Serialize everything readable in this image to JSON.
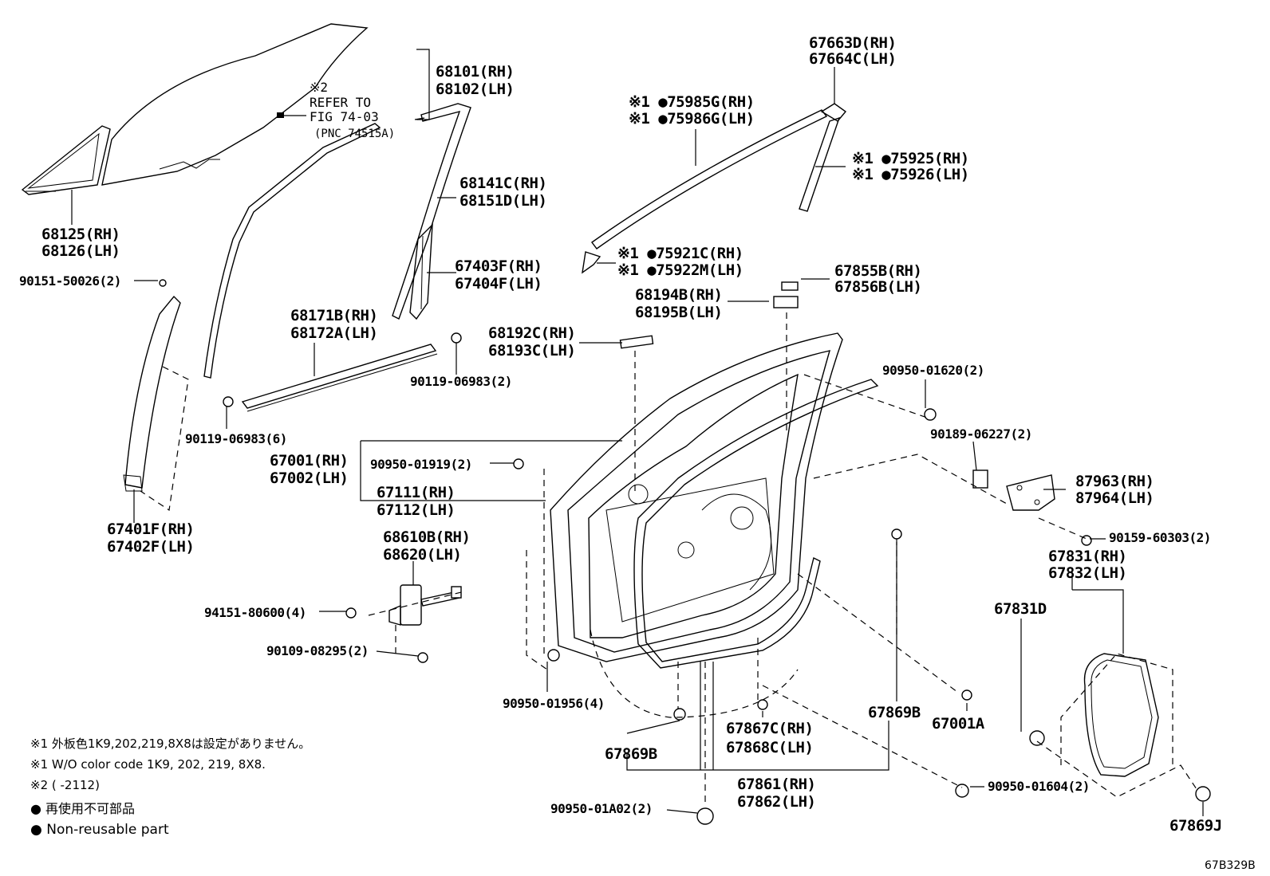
{
  "labels": {
    "p68101": [
      "68101(RH)",
      "68102(LH)"
    ],
    "ref2": [
      "※2",
      "REFER TO",
      "FIG 74-03",
      "(PNC 74515A)"
    ],
    "p68125": [
      "68125(RH)",
      "68126(LH)"
    ],
    "p90151": "90151-50026(2)",
    "p68141": [
      "68141C(RH)",
      "68151D(LH)"
    ],
    "p67403": [
      "67403F(RH)",
      "67404F(LH)"
    ],
    "p68171": [
      "68171B(RH)",
      "68172A(LH)"
    ],
    "p90119a": "90119-06983(2)",
    "p90119b": "90119-06983(6)",
    "p67401": [
      "67401F(RH)",
      "67402F(LH)"
    ],
    "p67001": [
      "67001(RH)",
      "67002(LH)"
    ],
    "p90950_1919": "90950-01919(2)",
    "p67111": [
      "67111(RH)",
      "67112(LH)"
    ],
    "p68610": [
      "68610B(RH)",
      "68620(LH)"
    ],
    "p94151": "94151-80600(4)",
    "p90109": "90109-08295(2)",
    "p90950_1956": "90950-01956(4)",
    "p67663": [
      "67663D(RH)",
      "67664C(LH)"
    ],
    "p75985": [
      "※1 ●75985G(RH)",
      "※1 ●75986G(LH)"
    ],
    "p75925": [
      "※1 ●75925(RH)",
      "※1 ●75926(LH)"
    ],
    "p75921": [
      "※1 ●75921C(RH)",
      "※1 ●75922M(LH)"
    ],
    "p67855": [
      "67855B(RH)",
      "67856B(LH)"
    ],
    "p68194": [
      "68194B(RH)",
      "68195B(LH)"
    ],
    "p68192": [
      "68192C(RH)",
      "68193C(LH)"
    ],
    "p90950_1620": "90950-01620(2)",
    "p90189": "90189-06227(2)",
    "p87963": [
      "87963(RH)",
      "87964(LH)"
    ],
    "p90159": "90159-60303(2)",
    "p67831": [
      "67831(RH)",
      "67832(LH)"
    ],
    "p67831D": "67831D",
    "p67869B_a": "67869B",
    "p67869B_b": "67869B",
    "p67867": [
      "67867C(RH)",
      "67868C(LH)"
    ],
    "p67001A": "67001A",
    "p67861": [
      "67861(RH)",
      "67862(LH)"
    ],
    "p90950_1A02": "90950-01A02(2)",
    "p90950_1604": "90950-01604(2)",
    "p67869J": "67869J"
  },
  "notes": {
    "n1_jp": "※1 外板色1K9,202,219,8X8は設定がありません。",
    "n1_en": "※1 W/O color code 1K9, 202, 219, 8X8.",
    "n2": "※2 (      -2112)",
    "legend_jp": "● 再使用不可部品",
    "legend_en": "● Non-reusable part"
  },
  "diagram_code": "67B329B"
}
